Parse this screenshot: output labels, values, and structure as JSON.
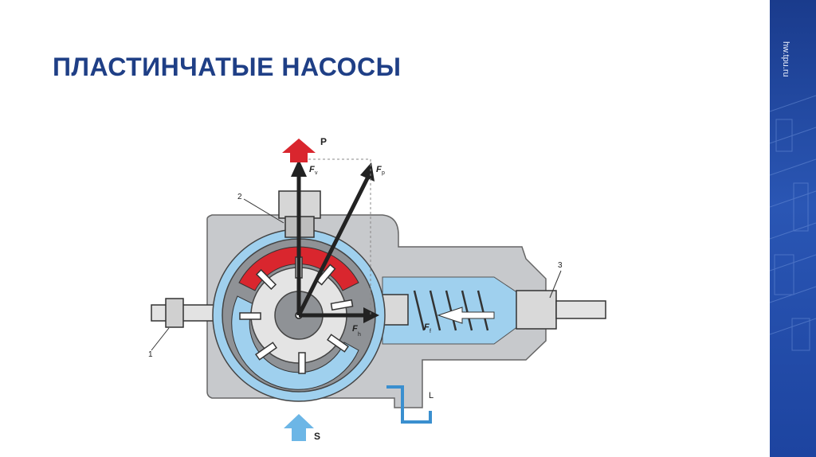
{
  "slide": {
    "title": "ПЛАСТИНЧАТЫЕ НАСОСЫ",
    "side_url": "hw.tpu.ru"
  },
  "diagram": {
    "labels": {
      "pressure": "P",
      "suction": "S",
      "leakage": "L",
      "force_v": "F",
      "force_v_sub": "v",
      "force_p": "F",
      "force_p_sub": "p",
      "force_h": "F",
      "force_h_sub": "h",
      "force_f": "F",
      "force_f_sub": "f",
      "part_1": "1",
      "part_2": "2",
      "part_3": "3"
    },
    "colors": {
      "housing": "#c7c9cc",
      "housing_stroke": "#666666",
      "oil_blue": "#9fd0ee",
      "pressure_red": "#d9262e",
      "title_blue": "#1f3f86",
      "arrow_dark": "#222222"
    }
  }
}
